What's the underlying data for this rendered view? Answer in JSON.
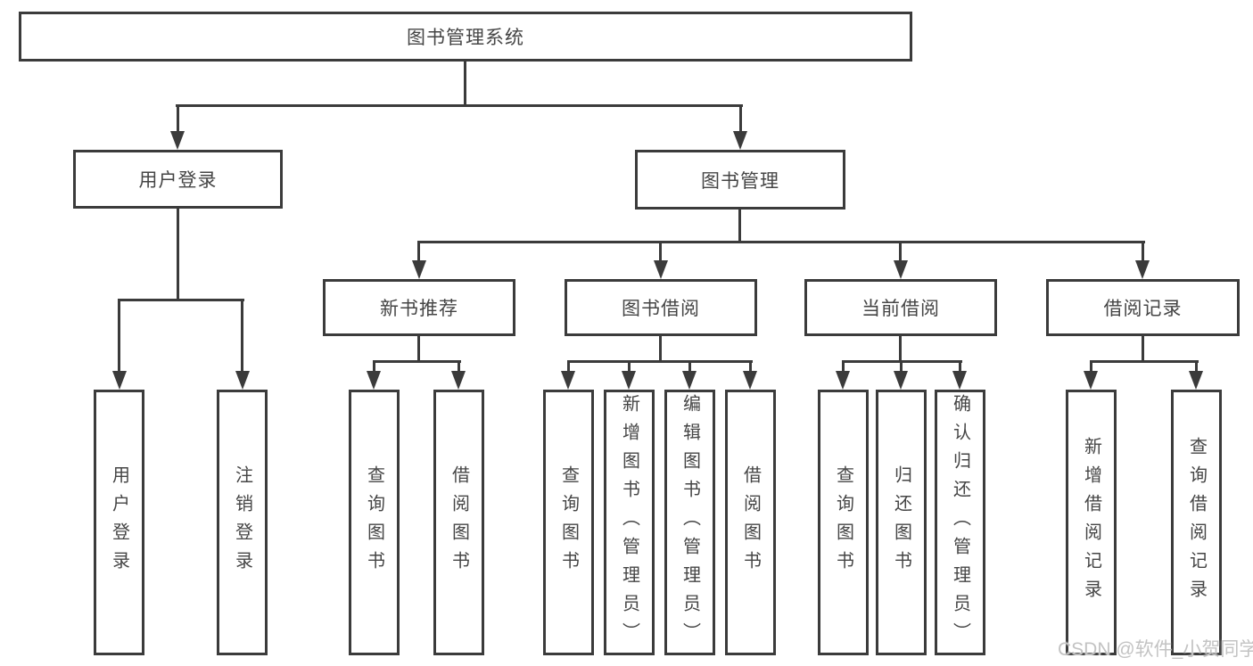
{
  "diagram": {
    "title": "图书管理系统",
    "watermark": "CSDN @软件_小贺同学",
    "colors": {
      "line": "#3b3b3b",
      "text": "#454545",
      "background": "#ffffff",
      "watermark": "#c3c3c3"
    },
    "nodes": {
      "root": "图书管理系统",
      "login_branch": {
        "label": "用户登录",
        "leaves": [
          "用户登录",
          "注销登录"
        ]
      },
      "mgmt_branch": {
        "label": "图书管理",
        "sections": [
          {
            "label": "新书推荐",
            "leaves": [
              "查询图书",
              "借阅图书"
            ]
          },
          {
            "label": "图书借阅",
            "leaves": [
              "查询图书",
              "新增图书（管理员）",
              "编辑图书（管理员）",
              "借阅图书"
            ]
          },
          {
            "label": "当前借阅",
            "leaves": [
              "查询图书",
              "归还图书",
              "确认归还（管理员）"
            ]
          },
          {
            "label": "借阅记录",
            "leaves": [
              "新增借阅记录",
              "查询借阅记录"
            ]
          }
        ]
      }
    }
  }
}
